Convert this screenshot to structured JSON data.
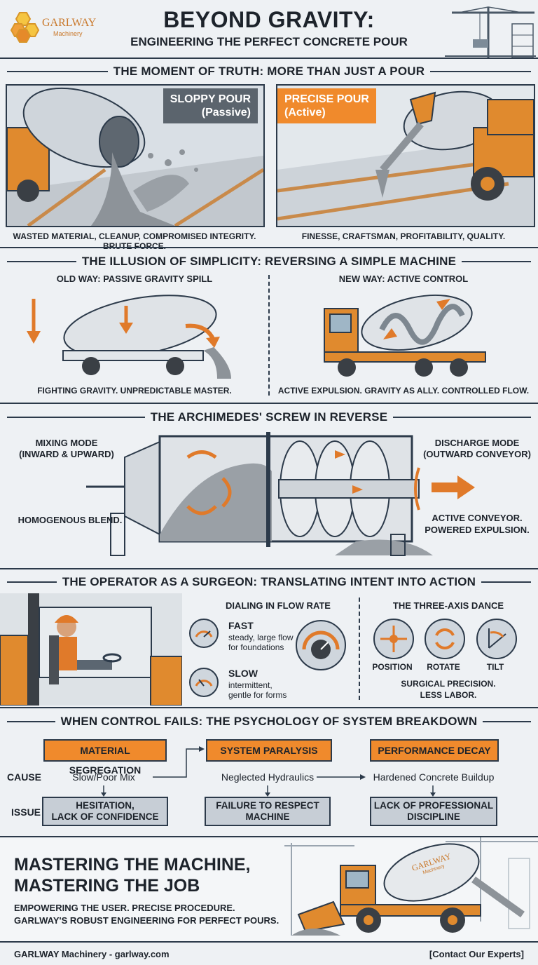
{
  "brand": {
    "name": "GARLWAY",
    "sub": "Machinery"
  },
  "header": {
    "title": "BEYOND GRAVITY:",
    "subtitle": "ENGINEERING THE PERFECT CONCRETE POUR"
  },
  "section1": {
    "title": "THE MOMENT OF TRUTH: MORE THAN JUST A POUR",
    "left_tag_line1": "SLOPPY POUR",
    "left_tag_line2": "(Passive)",
    "right_tag_line1": "PRECISE POUR",
    "right_tag_line2": "(Active)",
    "left_caption": "WASTED MATERIAL, CLEANUP, COMPROMISED INTEGRITY. BRUTE FORCE.",
    "right_caption": "FINESSE, CRAFTSMAN, PROFITABILITY, QUALITY."
  },
  "section2": {
    "title": "THE ILLUSION OF SIMPLICITY: REVERSING A SIMPLE MACHINE",
    "left_label": "OLD WAY: PASSIVE GRAVITY SPILL",
    "right_label": "NEW WAY: ACTIVE CONTROL",
    "left_caption": "FIGHTING GRAVITY. UNPREDICTABLE MASTER.",
    "right_caption": "ACTIVE EXPULSION. GRAVITY AS ALLY. CONTROLLED FLOW."
  },
  "section3": {
    "title": "THE ARCHIMEDES' SCREW IN REVERSE",
    "mixing_line1": "MIXING MODE",
    "mixing_line2": "(INWARD & UPWARD)",
    "discharge_line1": "DISCHARGE MODE",
    "discharge_line2": "(OUTWARD CONVEYOR)",
    "left_note": "HOMOGENOUS BLEND.",
    "right_note_line1": "ACTIVE CONVEYOR.",
    "right_note_line2": "POWERED EXPULSION."
  },
  "section4": {
    "title": "THE OPERATOR AS A SURGEON: TRANSLATING INTENT INTO ACTION",
    "flow_title": "DIALING IN FLOW RATE",
    "fast_label": "FAST",
    "fast_desc_line1": "steady, large flow",
    "fast_desc_line2": "for foundations",
    "slow_label": "SLOW",
    "slow_desc_line1": "intermittent,",
    "slow_desc_line2": "gentle for forms",
    "axis_title": "THE THREE-AXIS DANCE",
    "axis_labels": [
      "POSITION",
      "ROTATE",
      "TILT"
    ],
    "axis_caption_line1": "SURGICAL PRECISION.",
    "axis_caption_line2": "LESS LABOR."
  },
  "section5": {
    "title": "WHEN CONTROL FAILS: THE PSYCHOLOGY OF SYSTEM BREAKDOWN",
    "cause_label": "CAUSE",
    "issue_label": "ISSUE",
    "columns": [
      {
        "header": "MATERIAL SEGREGATION",
        "cause": "Slow/Poor Mix",
        "issue_line1": "HESITATION,",
        "issue_line2": "LACK OF CONFIDENCE"
      },
      {
        "header": "SYSTEM PARALYSIS",
        "cause": "Neglected Hydraulics",
        "issue_line1": "FAILURE TO RESPECT",
        "issue_line2": "MACHINE"
      },
      {
        "header": "PERFORMANCE DECAY",
        "cause": "Hardened Concrete Buildup",
        "issue_line1": "LACK OF PROFESSIONAL",
        "issue_line2": "DISCIPLINE"
      }
    ]
  },
  "section6": {
    "headline_line1": "MASTERING THE MACHINE,",
    "headline_line2": "MASTERING THE JOB",
    "body_line1": "EMPOWERING THE USER. PRECISE PROCEDURE.",
    "body_line2": "GARLWAY'S ROBUST ENGINEERING FOR PERFECT POURS.",
    "drum_logo_line1": "GARLWAY",
    "drum_logo_line2": "Machinery"
  },
  "footer": {
    "left": "GARLWAY Machinery - garlway.com",
    "right": "[Contact Our Experts]"
  },
  "colors": {
    "accent": "#f08a2c",
    "dark": "#2c3a4a",
    "background": "#eef1f4"
  }
}
